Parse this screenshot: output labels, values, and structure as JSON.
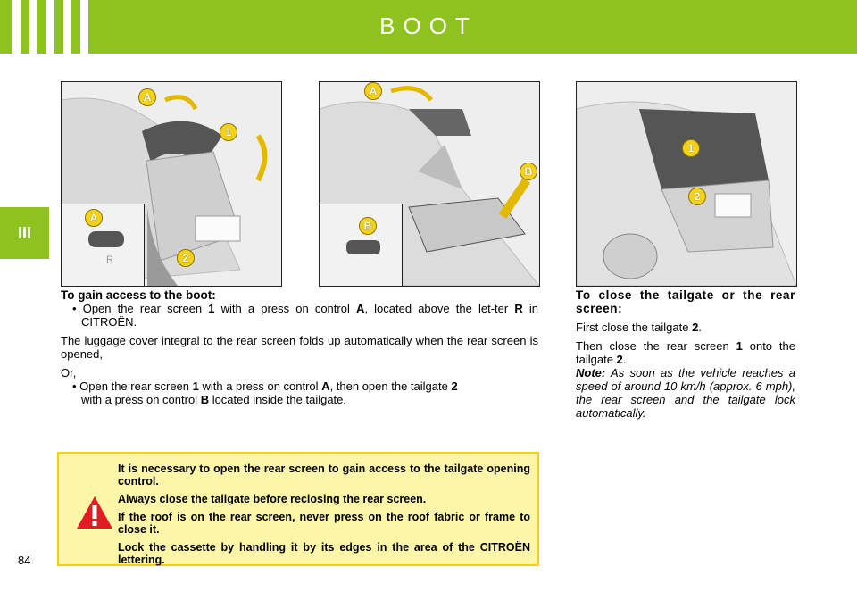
{
  "header": {
    "title": "BOOT"
  },
  "side_tab": "III",
  "page_number": "84",
  "colors": {
    "accent": "#8ec21f",
    "badge": "#f5d21a",
    "warning_bg": "#fdf5a8",
    "warning_border": "#f3d400",
    "warning_icon": "#e31b23"
  },
  "figures": {
    "fig1": {
      "badges": [
        "A",
        "1",
        "A",
        "2"
      ]
    },
    "fig2": {
      "badges": [
        "A",
        "B",
        "B"
      ]
    },
    "fig3": {
      "badges": [
        "1",
        "2"
      ]
    }
  },
  "open_section": {
    "heading": "To gain access to the boot:",
    "bullet1_a": "Open the rear screen ",
    "bullet1_b": "1",
    "bullet1_c": " with a press on control ",
    "bullet1_d": "A",
    "bullet1_e": ", located above the let-ter ",
    "bullet1_f": "R",
    "bullet1_g": " in CITROËN.",
    "para": "The luggage cover integral to the rear screen folds up automatically when the rear screen is opened,",
    "or": "Or,",
    "bullet2_a": "Open the rear screen ",
    "bullet2_b": "1",
    "bullet2_c": " with a press on control ",
    "bullet2_d": "A",
    "bullet2_e": ", then open the tailgate ",
    "bullet2_f": "2",
    "bullet2_g": " with a press on control ",
    "bullet2_h": "B",
    "bullet2_i": " located inside the tailgate."
  },
  "close_section": {
    "heading": "To close the tailgate or the rear screen:",
    "line1_a": "First close the tailgate ",
    "line1_b": "2",
    "line1_c": ".",
    "line2_a": "Then close the rear screen ",
    "line2_b": "1",
    "line2_c": " onto the tailgate ",
    "line2_d": "2",
    "line2_e": ".",
    "note_label": "Note:",
    "note_text": " As soon as the vehicle reaches a speed of around 10 km/h (approx. 6 mph), the rear screen and the tailgate lock automatically."
  },
  "warning": {
    "p1": "It is necessary to open the rear screen to gain access to the tailgate opening control.",
    "p2": "Always close the tailgate before reclosing the rear screen.",
    "p3": "If the roof is on the rear screen, never press on the roof fabric or frame to close it.",
    "p4": "Lock the cassette by handling it by its edges in the area of the CITROËN lettering."
  }
}
